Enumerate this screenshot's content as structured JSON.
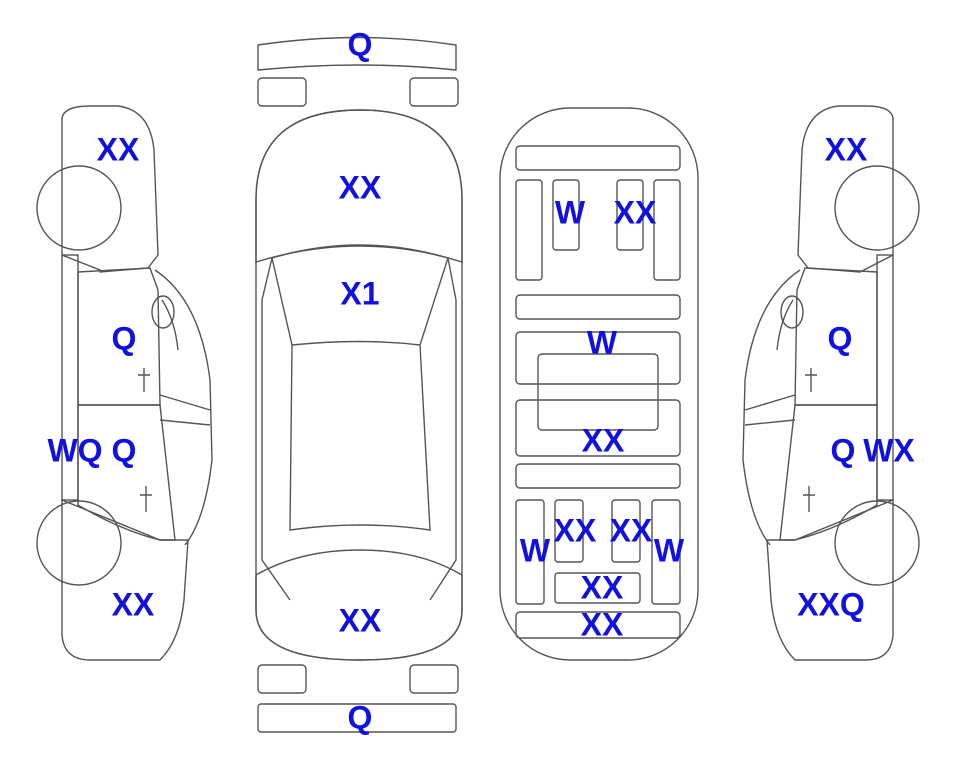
{
  "colors": {
    "damaged": "#f7a82a",
    "panel": "#dff6fd",
    "outline": "#555555",
    "label": "#1010e0"
  },
  "labels": {
    "front_bumper": "Q",
    "rear_bumper": "Q",
    "top_hood": "XX",
    "top_windshield": "X1",
    "top_trunk": "XX",
    "left_front_fender": "XX",
    "left_front_door": "Q",
    "left_sill": "WQ",
    "left_rear_door": "Q",
    "left_rear_quarter": "XX",
    "floor_front_left_rail": "W",
    "floor_front_right_rail": "XX",
    "floor_middle_cross": "W",
    "floor_middle_panel": "XX",
    "floor_rear_left_inner": "XX",
    "floor_rear_right_inner": "XX",
    "floor_rear_left_rail": "W",
    "floor_rear_right_rail": "W",
    "floor_rear_center": "XX",
    "floor_rear_end": "XX",
    "right_front_fender": "XX",
    "right_front_door": "Q",
    "right_rear_door": "Q",
    "right_sill": "WX",
    "right_rear_quarter": "XXQ"
  }
}
